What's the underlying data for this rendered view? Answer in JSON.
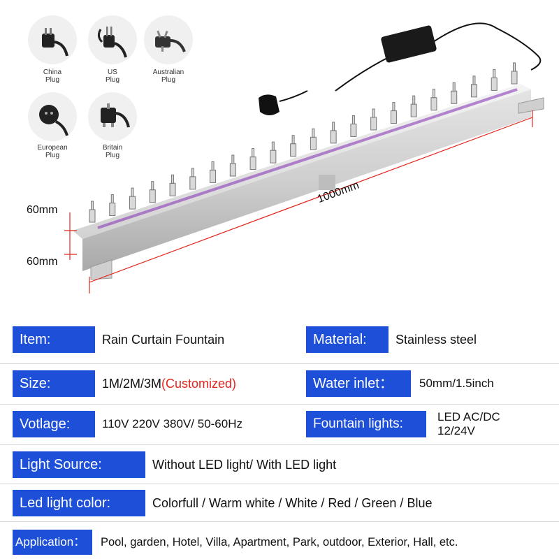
{
  "plugs": [
    {
      "name": "China\nPlug",
      "icon": "china-plug-icon"
    },
    {
      "name": "US\nPlug",
      "icon": "us-plug-icon"
    },
    {
      "name": "Australian\nPlug",
      "icon": "australian-plug-icon"
    },
    {
      "name": "European\nPlug",
      "icon": "european-plug-icon"
    },
    {
      "name": "Britain\nPlug",
      "icon": "britain-plug-icon"
    }
  ],
  "dimensions": {
    "length": "1000mm",
    "height_top": "60mm",
    "height_bottom": "60mm"
  },
  "specs": {
    "item_label": "Item:",
    "item_value": "Rain Curtain Fountain",
    "material_label": "Material:",
    "material_value": "Stainless steel",
    "size_label": "Size:",
    "size_value": "1M/2M/3M",
    "size_custom": "(Customized)",
    "water_inlet_label": "Water  inlet：",
    "water_inlet_value": "50mm/1.5inch",
    "voltage_label": "Votlage:",
    "voltage_value": "110V 220V 380V/ 50-60Hz",
    "fountain_lights_label": "Fountain lights:",
    "fountain_lights_value_1": "LED AC/DC",
    "fountain_lights_value_2": "12/24V",
    "light_source_label": "Light Source:",
    "light_source_value": "Without LED light/ With LED light",
    "led_color_label": "Led light color:",
    "led_color_value": "Colorfull / Warm white / White / Red / Green / Blue",
    "application_label": "Application：",
    "application_value": "Pool, garden, Hotel, Villa, Apartment, Park,  outdoor, Exterior, Hall, etc."
  },
  "colors": {
    "label_bg": "#1e4fd8",
    "accent_red": "#e3241b"
  }
}
